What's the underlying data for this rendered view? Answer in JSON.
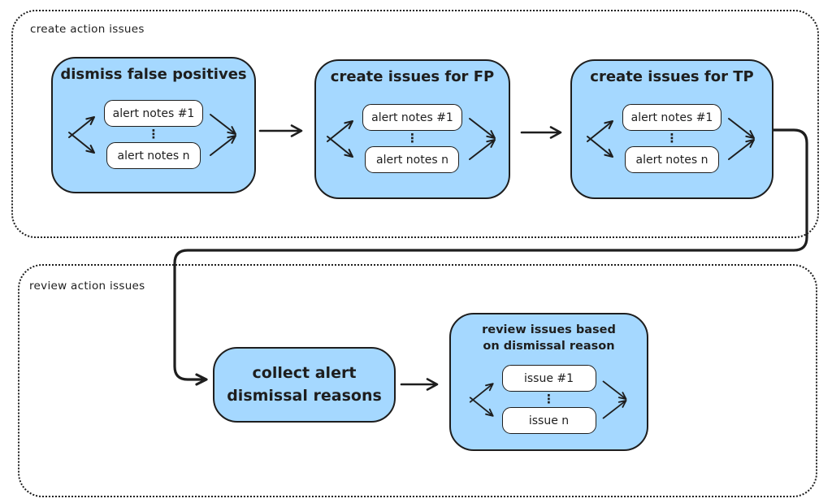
{
  "colors": {
    "canvas_bg": "#ffffff",
    "node_fill": "#a5d8ff",
    "stroke": "#1e1e1e",
    "text": "#1e1e1e"
  },
  "glyphs": {
    "vdots": "⋮"
  },
  "sections": {
    "create": {
      "label": "create action issues"
    },
    "review": {
      "label": "review action issues"
    }
  },
  "nodes": {
    "dismiss_fp": {
      "title": "dismiss false positives",
      "items": [
        "alert notes #1",
        "alert notes n"
      ]
    },
    "create_fp": {
      "title": "create issues for FP",
      "items": [
        "alert notes #1",
        "alert notes n"
      ]
    },
    "create_tp": {
      "title": "create issues for TP",
      "items": [
        "alert notes #1",
        "alert notes n"
      ]
    },
    "collect": {
      "title": "collect alert\ndismissal reasons"
    },
    "review_issues": {
      "title": "review issues based\non dismissal reason",
      "items": [
        "issue #1",
        "issue n"
      ]
    }
  }
}
